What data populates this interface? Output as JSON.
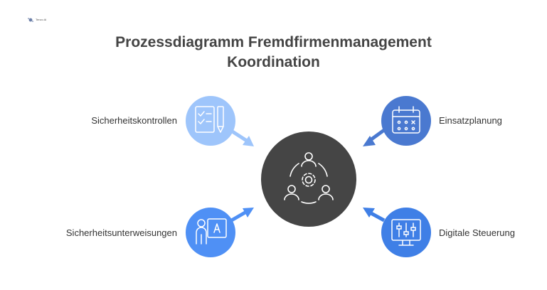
{
  "logo": {
    "text": "Tenzo AI"
  },
  "title": {
    "line1": "Prozessdiagramm Fremdfirmenmanagement",
    "line2": "Koordination"
  },
  "nodes": {
    "center": {
      "icon": "team-gear-icon",
      "color": "#454545"
    },
    "top_left": {
      "label": "Sicherheitskontrollen",
      "icon": "checklist-pen-icon",
      "color": "#9ec5fb"
    },
    "top_right": {
      "label": "Einsatzplanung",
      "icon": "calendar-icon",
      "color": "#4a79d0"
    },
    "bottom_left": {
      "label": "Sicherheitsunterweisungen",
      "icon": "presenter-board-icon",
      "color": "#4f90f5"
    },
    "bottom_right": {
      "label": "Digitale Steuerung",
      "icon": "monitor-sliders-icon",
      "color": "#3f7fe6"
    }
  }
}
